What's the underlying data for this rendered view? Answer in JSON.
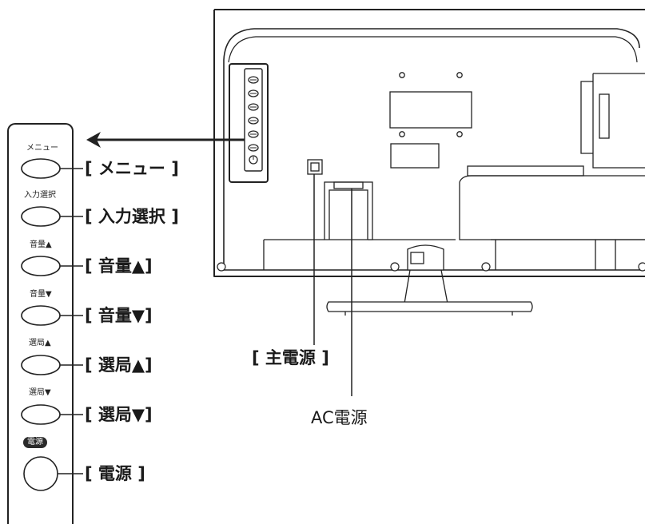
{
  "remote_panel": {
    "buttons": [
      {
        "small_label": "メニュー",
        "label": "[ メニュー ]"
      },
      {
        "small_label": "入力選択",
        "label": "[ 入力選択 ]"
      },
      {
        "small_label": "音量▲",
        "label": "[ 音量▲]"
      },
      {
        "small_label": "音量▼",
        "label": "[ 音量▼]"
      },
      {
        "small_label": "選局▲",
        "label": "[ 選局▲]"
      },
      {
        "small_label": "選局▼",
        "label": "[ 選局▼]"
      },
      {
        "small_label": "電源",
        "label": "[ 電源 ]"
      }
    ]
  },
  "callouts": {
    "main_power": "[ 主電源 ]",
    "ac_power": "AC電源"
  },
  "colors": {
    "line": "#222222",
    "tv_fill": "#ffffff",
    "power_chip": "#2a2a2a"
  }
}
